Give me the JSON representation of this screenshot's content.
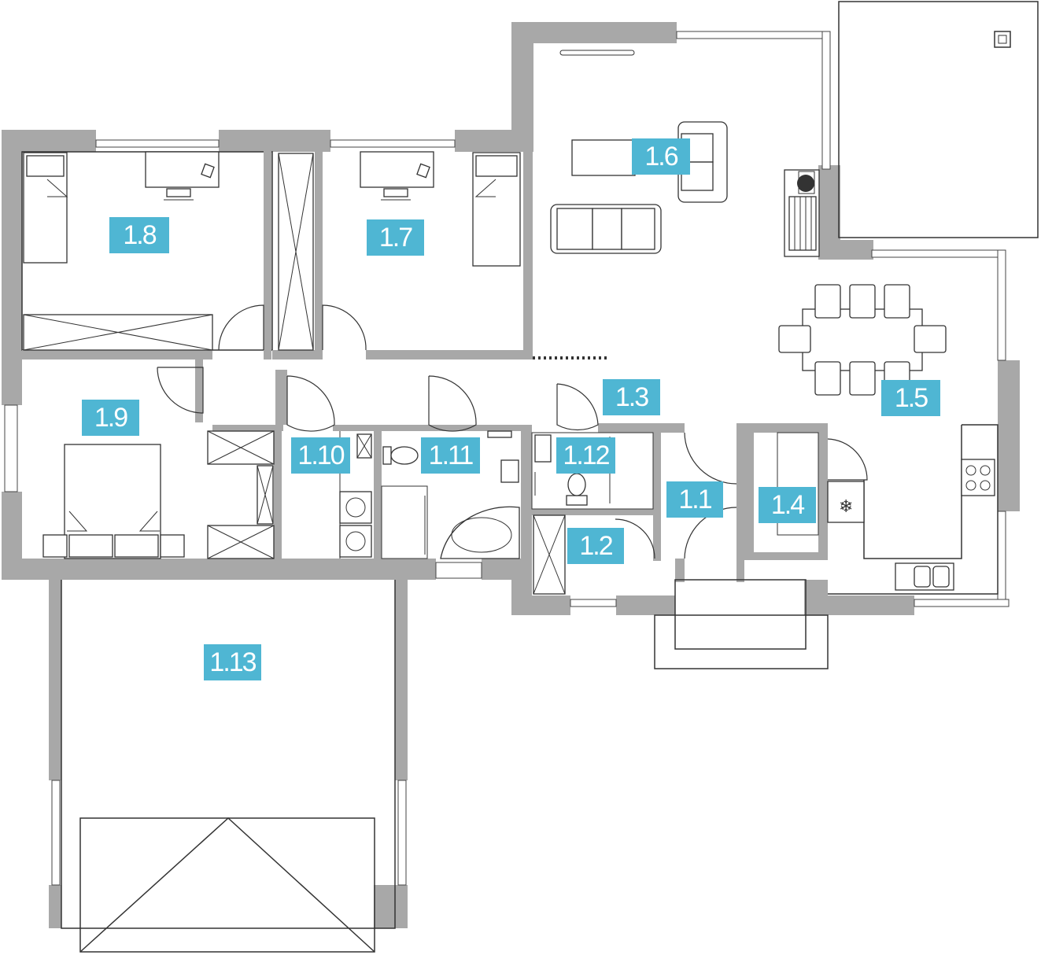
{
  "colors": {
    "wall": "#a8a8a8",
    "line": "#333333",
    "label_bg": "#4fb6d3",
    "label_text": "#ffffff",
    "background": "#ffffff"
  },
  "icons": [
    "bed-icon",
    "desk-icon",
    "chair-icon",
    "sofa-icon",
    "armchair-icon",
    "dining-table-icon",
    "toilet-icon",
    "sink-icon",
    "bathtub-icon",
    "washing-machine-icon",
    "stove-icon",
    "fridge-icon",
    "fireplace-icon",
    "wardrobe-icon",
    "garage-door-icon"
  ],
  "rooms": [
    {
      "id": "1.1",
      "label": "1.1"
    },
    {
      "id": "1.2",
      "label": "1.2"
    },
    {
      "id": "1.3",
      "label": "1.3"
    },
    {
      "id": "1.4",
      "label": "1.4"
    },
    {
      "id": "1.5",
      "label": "1.5"
    },
    {
      "id": "1.6",
      "label": "1.6"
    },
    {
      "id": "1.7",
      "label": "1.7"
    },
    {
      "id": "1.8",
      "label": "1.8"
    },
    {
      "id": "1.9",
      "label": "1.9"
    },
    {
      "id": "1.10",
      "label": "1.10"
    },
    {
      "id": "1.11",
      "label": "1.11"
    },
    {
      "id": "1.12",
      "label": "1.12"
    },
    {
      "id": "1.13",
      "label": "1.13"
    }
  ]
}
